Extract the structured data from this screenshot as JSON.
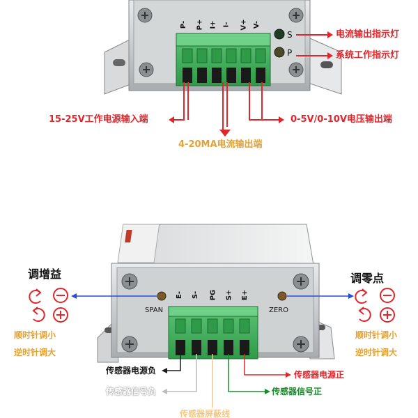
{
  "top": {
    "pins": [
      "P-",
      "P+",
      "I+",
      "I-",
      "V+",
      "V-"
    ],
    "led_s": "S",
    "led_p": "P",
    "label_current_led": "电流输出指示灯",
    "label_system_led": "系统工作指示灯",
    "label_power_in": "15-25V工作电源输入端",
    "label_current_out": "4-20MA电流输出端",
    "label_voltage_out": "0-5V/0-10V电压输出端"
  },
  "bottom": {
    "pins": [
      "E-",
      "S-",
      "PG",
      "S+",
      "E+"
    ],
    "span_label": "SPAN",
    "zero_label": "ZERO",
    "gain_title": "调增益",
    "zero_title": "调零点",
    "cw_decrease": "顺时针调小",
    "ccw_increase": "逆时针调大",
    "sensor_power_neg": "传感器电源负",
    "sensor_power_pos": "传感器电源正",
    "sensor_signal_neg": "传感器信号负",
    "sensor_signal_pos": "传感器信号正",
    "sensor_shield": "传感器屏蔽线"
  },
  "colors": {
    "red": "#e0262b",
    "orange": "#e3a236",
    "green": "#1c8a2a",
    "terminal_green": "#3fae5b",
    "blue": "#2a4bd6"
  }
}
